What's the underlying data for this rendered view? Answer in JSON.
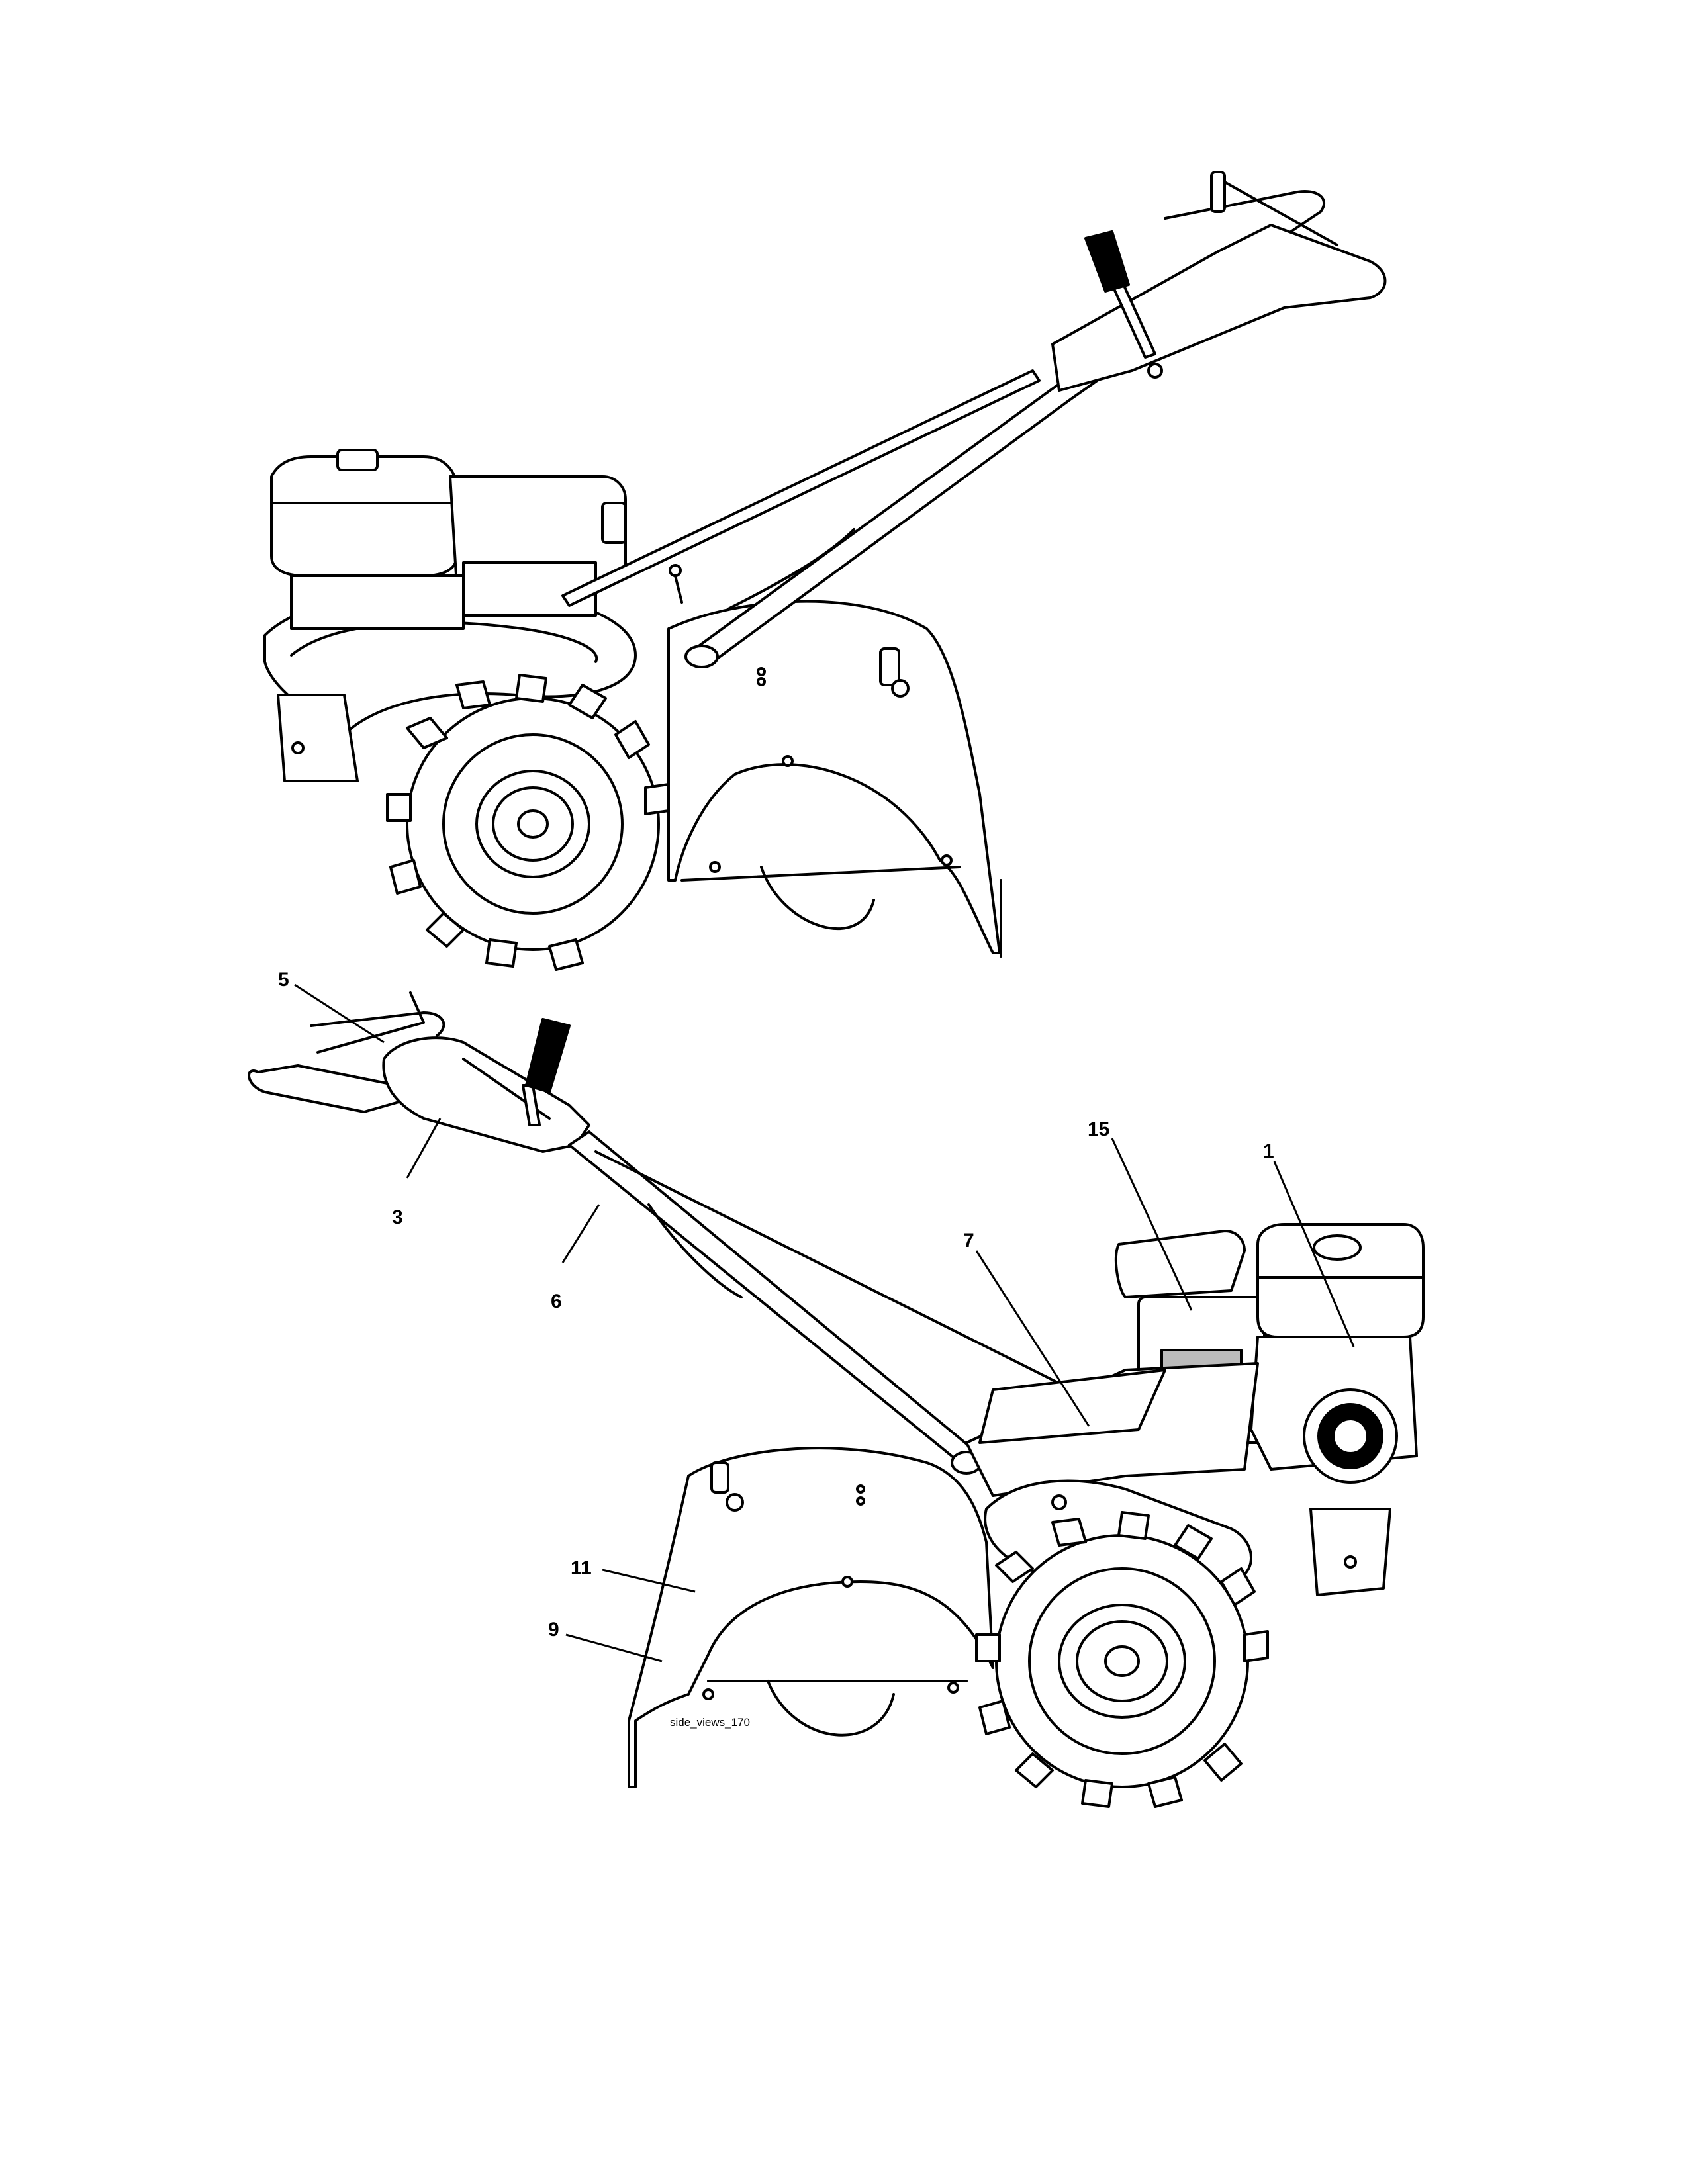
{
  "diagram": {
    "drawing_id": "side_views_170",
    "callouts": [
      {
        "id": "c5",
        "label": "5"
      },
      {
        "id": "c3",
        "label": "3"
      },
      {
        "id": "c6",
        "label": "6"
      },
      {
        "id": "c7",
        "label": "7"
      },
      {
        "id": "c15",
        "label": "15"
      },
      {
        "id": "c1",
        "label": "1"
      },
      {
        "id": "c11",
        "label": "11"
      },
      {
        "id": "c9",
        "label": "9"
      }
    ]
  },
  "colors": {
    "line": "#000000",
    "fill": "#ffffff"
  }
}
